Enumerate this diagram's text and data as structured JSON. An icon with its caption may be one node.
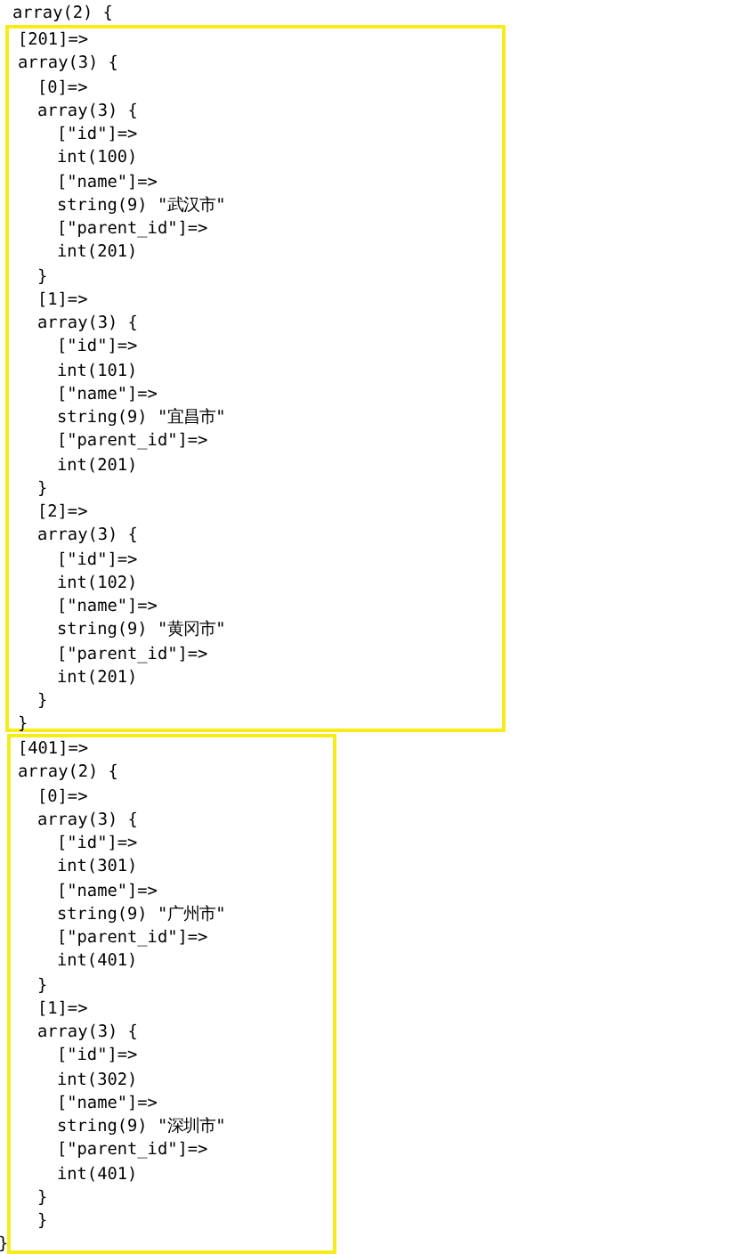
{
  "diagram": {
    "nodes": [
      {
        "text": [
          "[201]=>",
          "array(3) {",
          "[0]=>",
          "array(3) {",
          "[\"id\"]=>",
          "int(100)",
          "[\"name\"]=>",
          "string(9) \"武汉市\"",
          "[\"parent_id\"]=>",
          "int(201)",
          "}",
          "[1]=>",
          "array(3) {",
          "[\"id\"]=>",
          "int(101)",
          "[\"name\"]=>",
          "string(9) \"宜昌市\"",
          "[\"parent_id\"]=>",
          "int(201)",
          "}",
          "[2]=>",
          "array(3) {",
          "[\"id\"]=>",
          "int(102)",
          "[\"name\"]=>",
          "string(9) \"黄冈市\"",
          "[\"parent_id\"]=>",
          "int(201)",
          "}",
          "}"
        ]
      },
      {
        "text": [
          "[401]=>",
          "array(2) {",
          "[0]=>",
          "array(3) {",
          "[\"id\"]=>",
          "int(301)",
          "[\"name\"]=>",
          "string(9) \"广州市\"",
          "[\"parent_id\"]=>",
          "int(401)",
          "}",
          "[1]=>",
          "array(3) {",
          "[\"id\"]=>",
          "int(302)",
          "[\"name\"]=>",
          "string(9) \"深圳市\"",
          "[\"parent_id\"]=>",
          "int(401)",
          "}",
          "}",
          "}"
        ]
      }
    ],
    "labels": [
      "array(2) {"
    ]
  }
}
